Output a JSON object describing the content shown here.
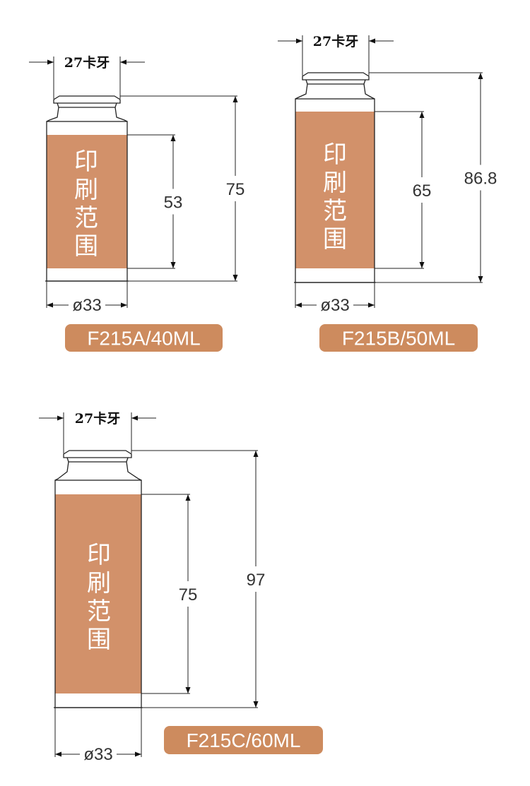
{
  "colors": {
    "print_area": "#d2916a",
    "label_bg": "#cd8b5e",
    "line": "#222222"
  },
  "cans": [
    {
      "model_label": "F215A/40ML",
      "thread": "27卡牙",
      "diameter": "ø33",
      "total_height": "75",
      "print_height": "53",
      "print_chars": [
        "印",
        "刷",
        "范",
        "围"
      ]
    },
    {
      "model_label": "F215B/50ML",
      "thread": "27卡牙",
      "diameter": "ø33",
      "total_height": "86.8",
      "print_height": "65",
      "print_chars": [
        "印",
        "刷",
        "范",
        "围"
      ]
    },
    {
      "model_label": "F215C/60ML",
      "thread": "27卡牙",
      "diameter": "ø33",
      "total_height": "97",
      "print_height": "75",
      "print_chars": [
        "印",
        "刷",
        "范",
        "围"
      ]
    }
  ]
}
